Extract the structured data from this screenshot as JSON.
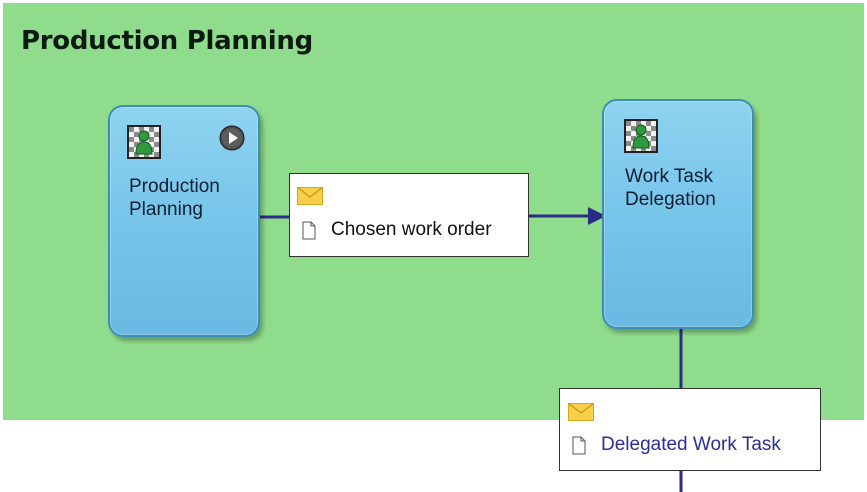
{
  "lane": {
    "title": "Production Planning"
  },
  "tasks": [
    {
      "id": "production-planning",
      "label": "Production\nPlanning",
      "icon": "user-task-icon",
      "status_icon": "play-icon"
    },
    {
      "id": "work-task-delegation",
      "label": "Work Task\nDelegation",
      "icon": "user-task-icon"
    }
  ],
  "messages": [
    {
      "id": "chosen-work-order",
      "text": "Chosen work order",
      "icons": [
        "envelope-icon",
        "document-icon"
      ]
    },
    {
      "id": "delegated-work-task",
      "text": "Delegated Work Task",
      "icons": [
        "envelope-icon",
        "document-icon"
      ]
    }
  ],
  "colors": {
    "lane_background": "#8fdc8c",
    "task_fill": "#79c6eb",
    "task_border": "#3c8fb4",
    "connector": "#2c2c86",
    "message_link_text": "#2a2f9a"
  }
}
